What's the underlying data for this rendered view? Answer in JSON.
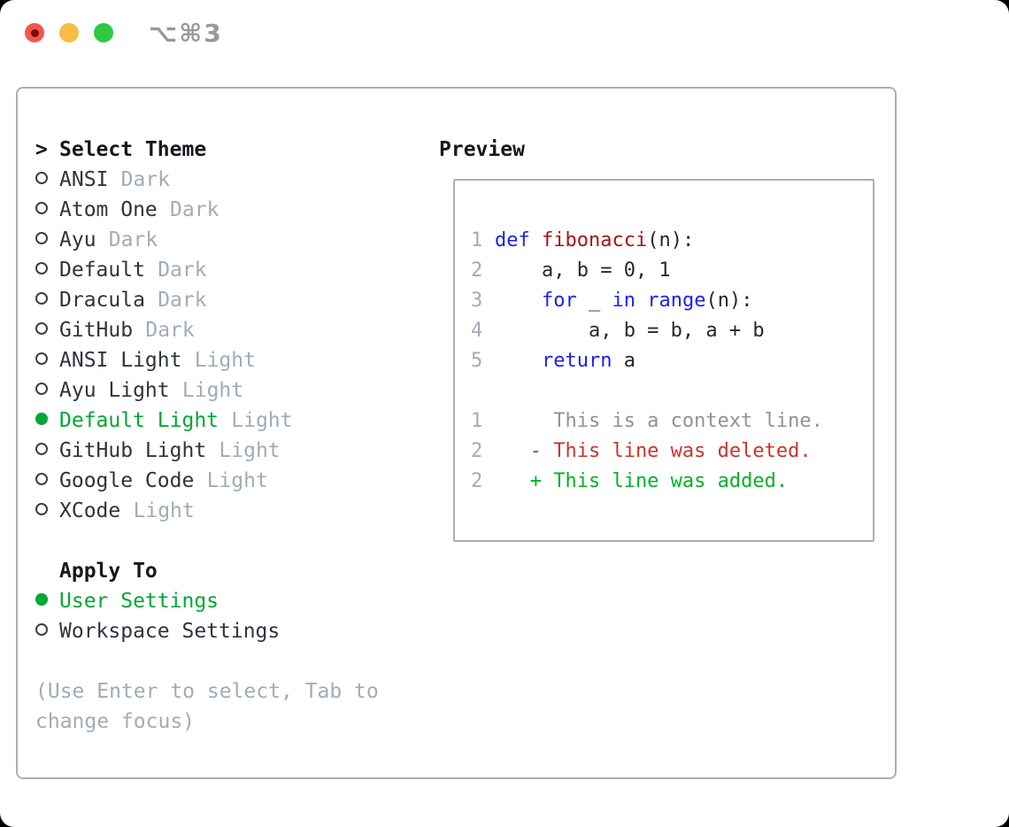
{
  "window": {
    "shortcut": "⌥⌘3"
  },
  "colors": {
    "accent_green": "#00a733",
    "keyword_blue": "#1b22f0",
    "function_red": "#a31515",
    "deleted_red": "#c9352b",
    "added_green": "#00b325",
    "muted_gray": "#a2abb8",
    "context_gray": "#8d939c",
    "text_dark": "#2f343c",
    "heading_black": "#15181d",
    "border_gray": "#a8b0ba",
    "traffic_red": "#f2574d",
    "traffic_red_dot": "#7a0c06",
    "traffic_yellow": "#f7bd45",
    "traffic_green": "#2fc944",
    "shortcut_gray": "#98989d"
  },
  "theme_picker": {
    "title_prefix": ">",
    "title": "Select Theme",
    "themes": [
      {
        "name": "ANSI",
        "variant": "Dark",
        "selected": false
      },
      {
        "name": "Atom One",
        "variant": "Dark",
        "selected": false
      },
      {
        "name": "Ayu",
        "variant": "Dark",
        "selected": false
      },
      {
        "name": "Default",
        "variant": "Dark",
        "selected": false
      },
      {
        "name": "Dracula",
        "variant": "Dark",
        "selected": false
      },
      {
        "name": "GitHub",
        "variant": "Dark",
        "selected": false
      },
      {
        "name": "ANSI Light",
        "variant": "Light",
        "selected": false
      },
      {
        "name": "Ayu Light",
        "variant": "Light",
        "selected": false
      },
      {
        "name": "Default Light",
        "variant": "Light",
        "selected": true
      },
      {
        "name": "GitHub Light",
        "variant": "Light",
        "selected": false
      },
      {
        "name": "Google Code",
        "variant": "Light",
        "selected": false
      },
      {
        "name": "XCode",
        "variant": "Light",
        "selected": false
      }
    ],
    "apply_to": {
      "title": "Apply To",
      "options": [
        {
          "label": "User Settings",
          "selected": true
        },
        {
          "label": "Workspace Settings",
          "selected": false
        }
      ]
    },
    "hint_lines": [
      "(Use Enter to select, Tab to",
      "change focus)"
    ]
  },
  "preview": {
    "title": "Preview",
    "code_lines": [
      {
        "num": "1",
        "tokens": [
          {
            "t": "def",
            "c": "kw"
          },
          {
            "t": " ",
            "c": "pl"
          },
          {
            "t": "fibonacci",
            "c": "fn"
          },
          {
            "t": "(n):",
            "c": "pl"
          }
        ]
      },
      {
        "num": "2",
        "tokens": [
          {
            "t": "    a, b = 0, 1",
            "c": "pl"
          }
        ]
      },
      {
        "num": "3",
        "tokens": [
          {
            "t": "    ",
            "c": "pl"
          },
          {
            "t": "for",
            "c": "kw"
          },
          {
            "t": " _ ",
            "c": "pl"
          },
          {
            "t": "in",
            "c": "kw"
          },
          {
            "t": " ",
            "c": "pl"
          },
          {
            "t": "range",
            "c": "kw"
          },
          {
            "t": "(n):",
            "c": "pl"
          }
        ]
      },
      {
        "num": "4",
        "tokens": [
          {
            "t": "        a, b = b, a + b",
            "c": "pl"
          }
        ]
      },
      {
        "num": "5",
        "tokens": [
          {
            "t": "    ",
            "c": "pl"
          },
          {
            "t": "return",
            "c": "kw"
          },
          {
            "t": " a",
            "c": "pl"
          }
        ]
      },
      {
        "num": "",
        "tokens": []
      },
      {
        "num": "1",
        "tokens": [
          {
            "t": "     This is a context line.",
            "c": "ctx"
          }
        ]
      },
      {
        "num": "2",
        "tokens": [
          {
            "t": "   - This line was deleted.",
            "c": "del"
          }
        ]
      },
      {
        "num": "2",
        "tokens": [
          {
            "t": "   + This line was added.",
            "c": "add"
          }
        ]
      }
    ]
  }
}
